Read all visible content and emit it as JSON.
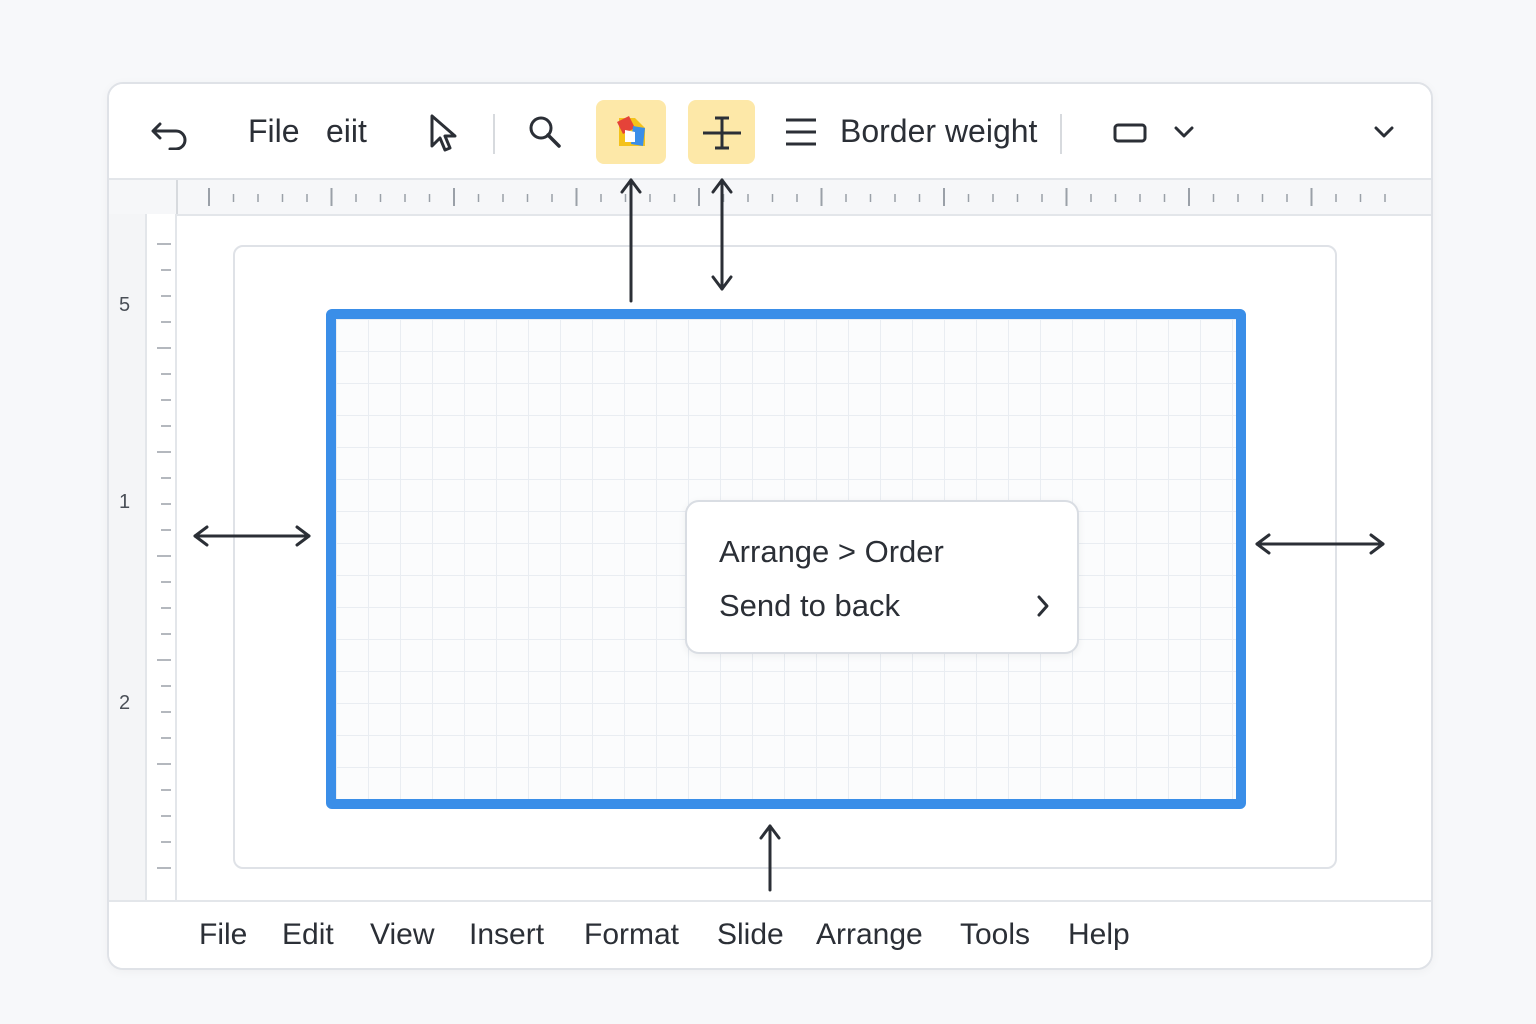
{
  "toolbar": {
    "undo_icon": "undo-icon",
    "file_label": "File",
    "edit_label": "eiit",
    "select_icon": "cursor-icon",
    "search_icon": "search-icon",
    "app_icon": "colorful-app-icon",
    "move_icon": "move-crosshair-icon",
    "menu_icon": "hamburger-icon",
    "border_weight_label": "Border weight",
    "shape_icon": "rectangle-icon",
    "dropdown_icon": "chevron-down-icon",
    "more_icon": "chevron-down-icon"
  },
  "ruler": {
    "left_labels": [
      "5",
      "1",
      "2"
    ]
  },
  "context_menu": {
    "row1": "Arrange > Order",
    "row2": "Send to back",
    "submenu_icon": "chevron-right-icon"
  },
  "menubar": {
    "items": [
      "File",
      "Edit",
      "View",
      "Insert",
      "Format",
      "Slide",
      "Arrange",
      "Tools",
      "Help"
    ]
  },
  "colors": {
    "accent_blue": "#3a8ee8",
    "highlight_yellow": "#fde8a8",
    "text": "#2b2f36"
  }
}
